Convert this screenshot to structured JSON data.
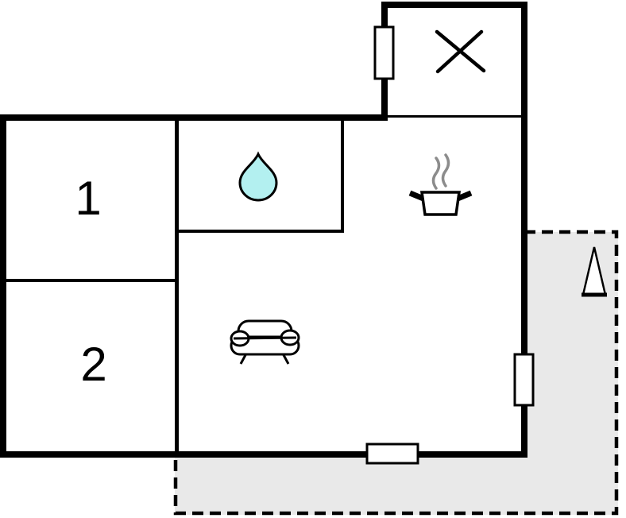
{
  "floorplan": {
    "rooms": [
      {
        "id": "room-1",
        "label": "1"
      },
      {
        "id": "room-2",
        "label": "2"
      }
    ],
    "icons": [
      "cross-icon",
      "water-drop-icon",
      "cooking-pot-icon",
      "steam-icon",
      "sofa-icon",
      "north-arrow-icon",
      "window-icon",
      "door-icon"
    ],
    "colors": {
      "wall": "#000000",
      "terrace_fill": "#e9e9e9",
      "drop_fill": "#b3f0f0",
      "steam": "#8c8c8c",
      "background": "#ffffff"
    }
  }
}
